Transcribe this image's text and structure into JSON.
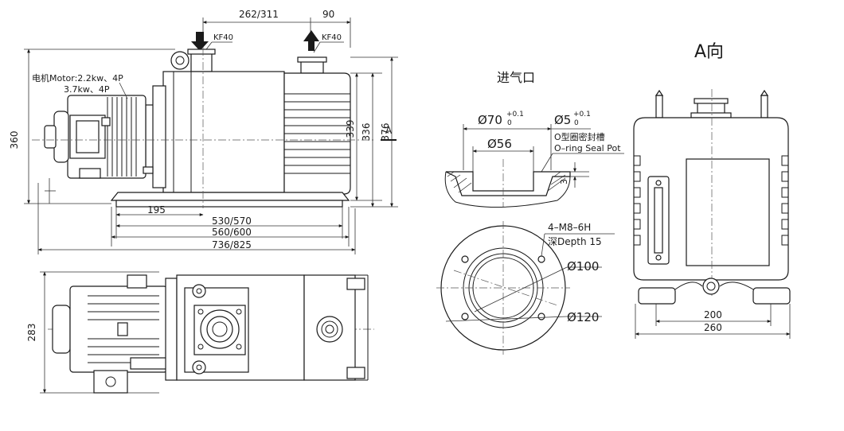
{
  "side_view": {
    "dim_inlet_offset": "262/311",
    "dim_outlet_offset": "90",
    "inlet_flange": "KF40",
    "outlet_flange": "KF40",
    "motor_line1": "电机Motor:2.2kw、4P",
    "motor_line2": "3.7kw、4P",
    "dim_height_total": "360",
    "dim_height_339": "339",
    "dim_height_336": "336",
    "dim_height_376": "376",
    "view_marker": "A",
    "dim_195": "195",
    "dim_530_570": "530/570",
    "dim_560_600": "560/600",
    "dim_736_825": "736/825"
  },
  "top_view": {
    "dim_width": "283"
  },
  "inlet_detail": {
    "title": "进气口",
    "phi70": "Ø70",
    "phi70_tol_upper": "+0.1",
    "phi70_tol_lower": "0",
    "phi5": "Ø5",
    "phi5_tol_upper": "+0.1",
    "phi5_tol_lower": "0",
    "seal_cn": "O型圈密封槽",
    "seal_en": "O–ring Seal Pot",
    "phi56": "Ø56",
    "depth3": "3",
    "thread_line1": "4–M8–6H",
    "thread_line2": "深Depth 15",
    "phi100": "Ø100",
    "phi120": "Ø120"
  },
  "view_a": {
    "title": "A向",
    "dim_200": "200",
    "dim_260": "260"
  }
}
